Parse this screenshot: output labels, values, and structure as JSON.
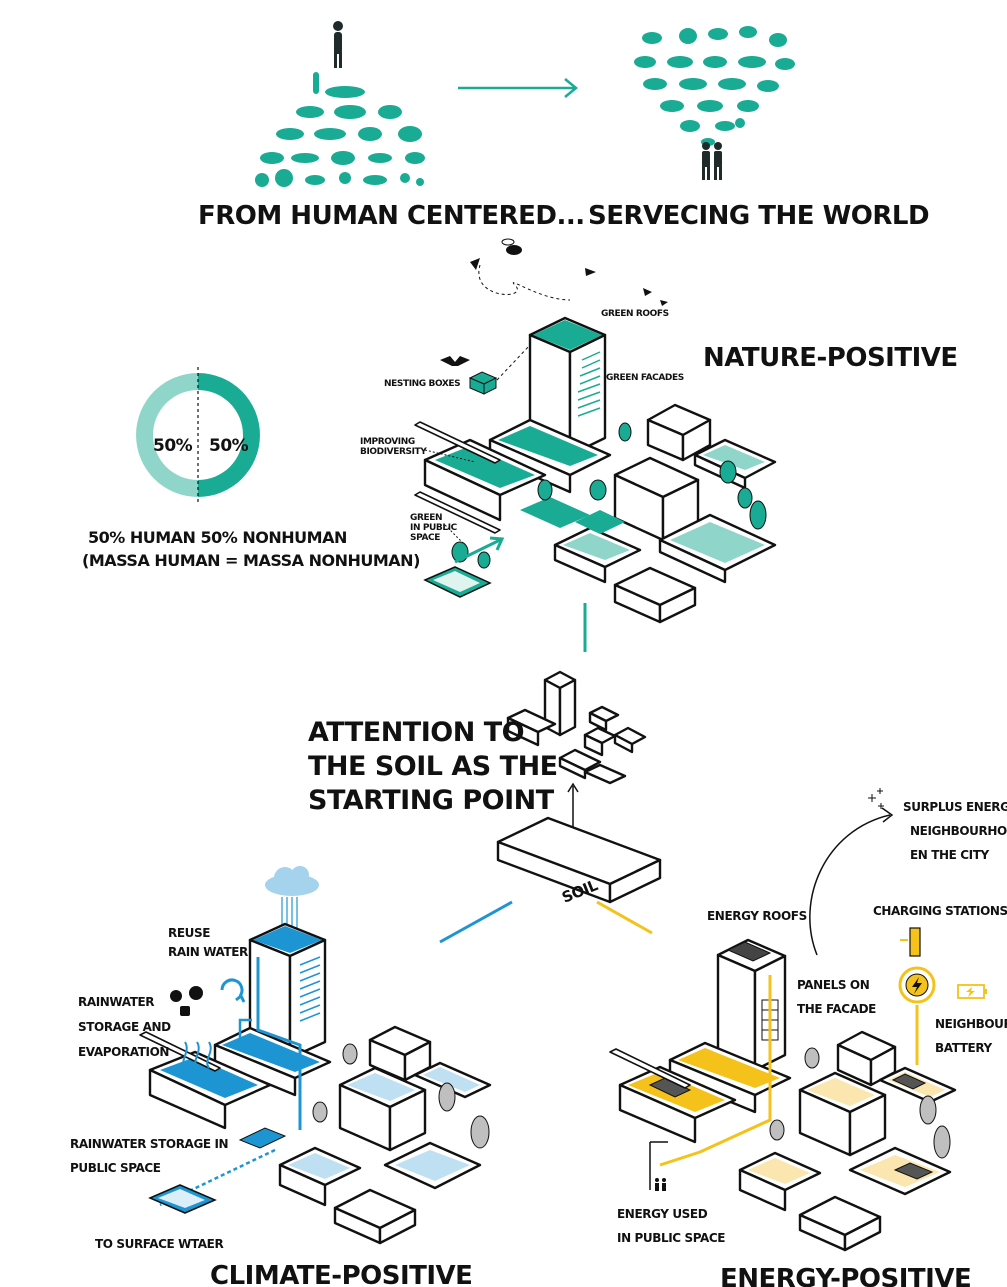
{
  "top": {
    "left_heading": "FROM HUMAN CENTERED...",
    "right_heading": "SERVECING THE WORLD"
  },
  "ratio": {
    "human_pct": "50%",
    "nonhuman_pct": "50%",
    "caption_line1": "50% HUMAN 50% NONHUMAN",
    "caption_line2": "(MASSA HUMAN = MASSA NONHUMAN)",
    "human_share": 0.5
  },
  "nature": {
    "heading": "NATURE-POSITIVE",
    "labels": {
      "green_roofs": "GREEN ROOFS",
      "green_facades": "GREEN FACADES",
      "nesting_boxes": "NESTING BOXES",
      "biodiversity_1": "IMPROVING",
      "biodiversity_2": "BIODIVERSITY",
      "public_1": "GREEN",
      "public_2": "IN PUBLIC",
      "public_3": "SPACE"
    }
  },
  "soil": {
    "heading_1": "ATTENTION TO",
    "heading_2": "THE SOIL AS THE",
    "heading_3": "STARTING POINT",
    "block_label": "SOIL"
  },
  "climate": {
    "heading": "CLIMATE-POSITIVE",
    "labels": {
      "reuse_1": "REUSE",
      "reuse_2": "RAIN WATER",
      "storage_1": "RAINWATER",
      "storage_2": "STORAGE AND",
      "storage_3": "EVAPORATION",
      "public_1": "RAINWATER STORAGE IN",
      "public_2": "PUBLIC SPACE",
      "surface": "TO SURFACE WTAER"
    }
  },
  "energy": {
    "heading": "ENERGY-POSITIVE",
    "labels": {
      "surplus_1": "SURPLUS ENERGY",
      "surplus_2": "NEIGHBOURHOOD",
      "surplus_3": "EN THE CITY",
      "roofs": "ENERGY ROOFS",
      "charging": "CHARGING STATIONS",
      "panels_1": "PANELS ON",
      "panels_2": "THE FACADE",
      "battery_1": "NEIGHBOURHOOD",
      "battery_2": "BATTERY",
      "used_1": "ENERGY USED",
      "used_2": "IN PUBLIC SPACE"
    }
  },
  "colors": {
    "teal": "#1aab94",
    "teal_light": "#8fd5c9",
    "blue": "#1e95d3",
    "blue_light": "#bfe0f3",
    "yellow": "#f4c21a",
    "yellow_light": "#fbe6b0",
    "ink": "#111111"
  }
}
